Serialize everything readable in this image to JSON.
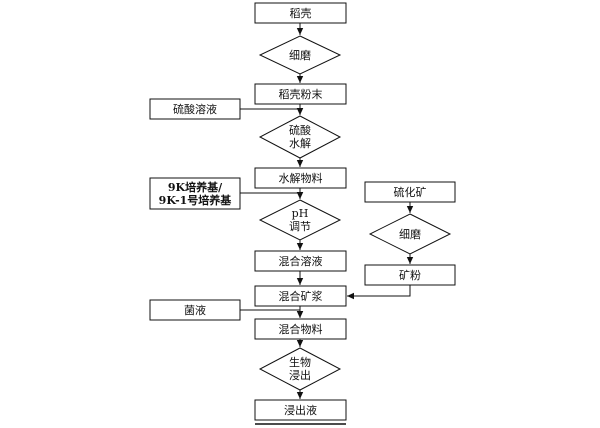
{
  "flowchart": {
    "main": {
      "n1": "稻壳",
      "n2": "细磨",
      "n3": "稻壳粉末",
      "n4": "硫酸\n水解",
      "n5": "水解物料",
      "n6": "pH\n调节",
      "n7": "混合溶液",
      "n8": "混合矿浆",
      "n9": "混合物料",
      "n10": "生物\n浸出",
      "n11": "浸出液"
    },
    "inputs": {
      "acid": "硫酸溶液",
      "medium": "9K培养基/\n9K-1号培养基",
      "bacteria": "菌液"
    },
    "ore": {
      "n1": "硫化矿",
      "n2": "细磨",
      "n3": "矿粉"
    }
  }
}
